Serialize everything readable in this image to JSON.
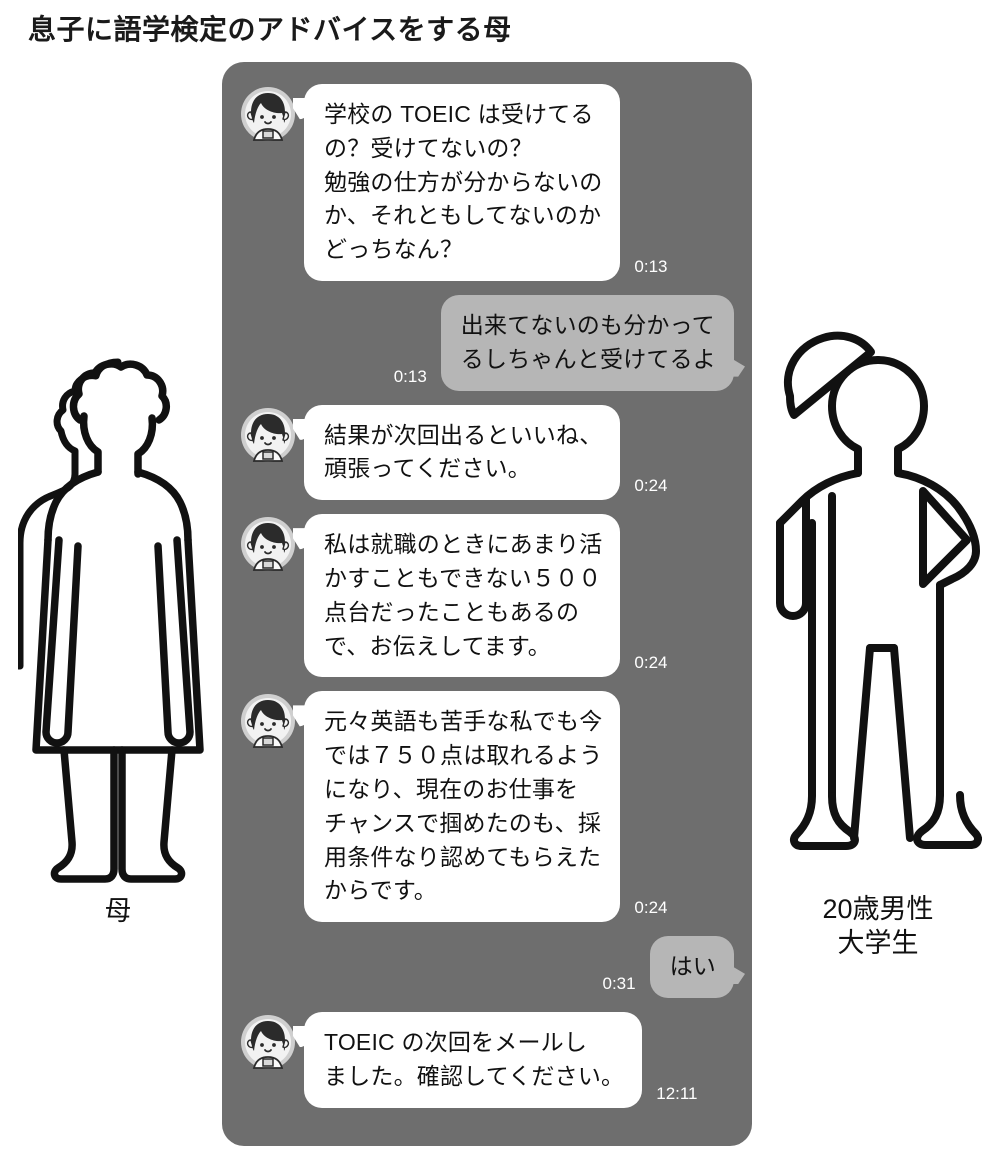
{
  "page": {
    "title": "息子に語学検定のアドバイスをする母",
    "background_color": "#ffffff"
  },
  "chat": {
    "panel_color": "#6e6e6e",
    "received_bubble_color": "#ffffff",
    "sent_bubble_color": "#b6b6b6",
    "timestamp_color": "#ffffff",
    "avatar_icon": "female-avatar-icon",
    "messages": [
      {
        "id": "m1",
        "side": "received",
        "sender": "母",
        "text": "学校の TOEIC は受けてる\nの？受けてないの？\n勉強の仕方が分からないの\nか、それともしてないのか\nどっちなん？",
        "time": "0:13"
      },
      {
        "id": "m2",
        "side": "sent",
        "sender": "20歳男性 大学生",
        "text": "出来てないのも分かって\nるしちゃんと受けてるよ",
        "time": "0:13"
      },
      {
        "id": "m3",
        "side": "received",
        "sender": "母",
        "text": "結果が次回出るといいね、\n頑張ってください。",
        "time": "0:24"
      },
      {
        "id": "m4",
        "side": "received",
        "sender": "母",
        "text": "私は就職のときにあまり活\nかすこともできない５００\n点台だったこともあるの\nで、お伝えしてます。",
        "time": "0:24"
      },
      {
        "id": "m5",
        "side": "received",
        "sender": "母",
        "text": "元々英語も苦手な私でも今\nでは７５０点は取れるよう\nになり、現在のお仕事を\nチャンスで掴めたのも、採\n用条件なり認めてもらえた\nからです。",
        "time": "0:24"
      },
      {
        "id": "m6",
        "side": "sent",
        "sender": "20歳男性 大学生",
        "text": "はい",
        "time": "0:31"
      },
      {
        "id": "m7",
        "side": "received",
        "sender": "母",
        "text": "TOEIC の次回をメールし\nました。確認してください。",
        "time": "12:11"
      }
    ]
  },
  "figures": {
    "mother": {
      "icon": "woman-outline-figure",
      "label": "母"
    },
    "son": {
      "icon": "man-outline-figure-tipping-cap",
      "label": "20歳男性\n大学生"
    }
  }
}
